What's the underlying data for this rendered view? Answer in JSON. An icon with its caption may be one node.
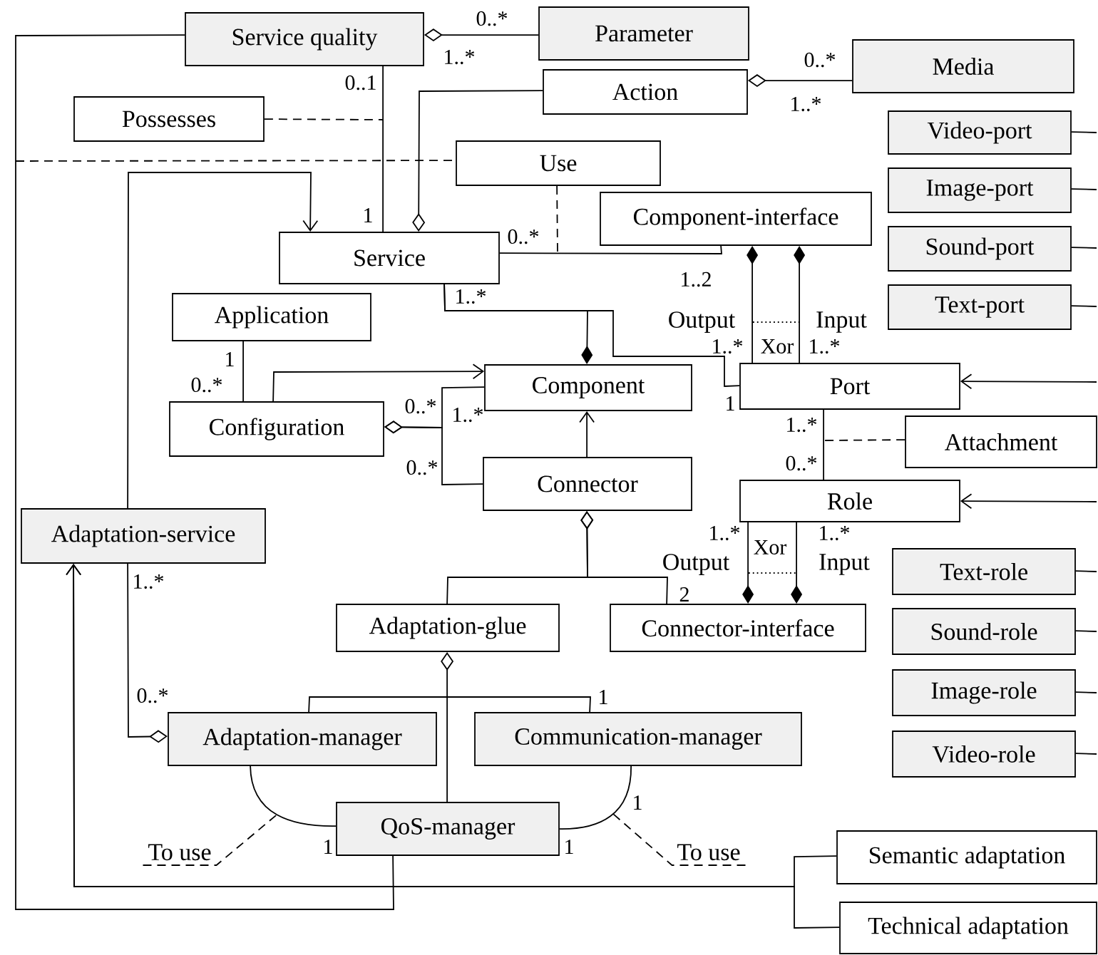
{
  "diagram": {
    "nodes": [
      {
        "text": [
          "Service quality"
        ]
      },
      {
        "text": [
          "Parameter"
        ]
      },
      {
        "text": [
          "Possesses"
        ]
      },
      {
        "text": [
          "Action"
        ]
      },
      {
        "text": [
          "Media"
        ]
      },
      {
        "text": [
          "Use"
        ]
      },
      {
        "text": [
          "Video-port"
        ]
      },
      {
        "text": [
          "Component-interface"
        ]
      },
      {
        "text": [
          "Image-port"
        ]
      },
      {
        "text": [
          "Service"
        ]
      },
      {
        "text": [
          "Sound-port"
        ]
      },
      {
        "text": [
          "Application"
        ]
      },
      {
        "text": [
          "Text-port"
        ]
      },
      {
        "text": [
          "Component"
        ]
      },
      {
        "text": [
          "Port"
        ]
      },
      {
        "text": [
          "Configuration"
        ]
      },
      {
        "text": [
          "Attachment"
        ]
      },
      {
        "text": [
          "Connector"
        ]
      },
      {
        "text": [
          "Role"
        ]
      },
      {
        "text": [
          "Adaptation-service"
        ]
      },
      {
        "text": [
          "Text-role"
        ]
      },
      {
        "text": [
          "Adaptation-glue"
        ]
      },
      {
        "text": [
          "Connector-interface"
        ]
      },
      {
        "text": [
          "Sound-role"
        ]
      },
      {
        "text": [
          "Image-role"
        ]
      },
      {
        "text": [
          "Adaptation-manager"
        ]
      },
      {
        "text": [
          "Communication-manager"
        ]
      },
      {
        "text": [
          "Video-role"
        ]
      },
      {
        "text": [
          "QoS-manager"
        ]
      },
      {
        "text": [
          "Semantic adaptation"
        ]
      },
      {
        "text": [
          "Technical adaptation"
        ]
      },
      {
        "text": [
          "To use"
        ]
      },
      {
        "text": [
          "To use"
        ]
      }
    ],
    "edges": [
      {
        "from": 0,
        "to": 1,
        "arrow": "other"
      },
      {
        "from": 0,
        "to": 9,
        "arrow": "none"
      },
      {
        "from": 2,
        "to": null,
        "arrow": "none",
        "style": "dashed"
      },
      {
        "from": 3,
        "to": 9,
        "arrow": "other"
      },
      {
        "from": 3,
        "to": 4,
        "arrow": "other"
      },
      {
        "from": null,
        "to": 5,
        "arrow": "none",
        "style": "dashed"
      },
      {
        "from": 5,
        "to": null,
        "arrow": "none",
        "style": "dashed"
      },
      {
        "from": 9,
        "to": 7,
        "arrow": "none"
      },
      {
        "from": 9,
        "to": 14,
        "arrow": "none"
      },
      {
        "from": 9,
        "to": 13,
        "arrow": "other"
      },
      {
        "from": 7,
        "to": 14,
        "arrow": "other",
        "label": "Output"
      },
      {
        "from": 7,
        "to": 14,
        "arrow": "other",
        "label": "Input"
      },
      {
        "from": 11,
        "to": 15,
        "arrow": "none"
      },
      {
        "from": 15,
        "to": 13,
        "arrow": "to"
      },
      {
        "from": 15,
        "to": 13,
        "arrow": "other"
      },
      {
        "from": 15,
        "to": 17,
        "arrow": "other"
      },
      {
        "from": 17,
        "to": 13,
        "arrow": "to"
      },
      {
        "from": 17,
        "to": 21,
        "arrow": "other"
      },
      {
        "from": 17,
        "to": 22,
        "arrow": "other"
      },
      {
        "from": 14,
        "to": 18,
        "arrow": "none"
      },
      {
        "from": 16,
        "to": null,
        "arrow": "none",
        "style": "dashed"
      },
      {
        "from": 18,
        "to": 22,
        "arrow": "other",
        "label": "Output"
      },
      {
        "from": 18,
        "to": 22,
        "arrow": "other",
        "label": "Input"
      },
      {
        "from": null,
        "to": 14,
        "arrow": "to"
      },
      {
        "from": null,
        "to": 18,
        "arrow": "to"
      },
      {
        "from": 6,
        "to": null,
        "arrow": "none"
      },
      {
        "from": 8,
        "to": null,
        "arrow": "none"
      },
      {
        "from": 10,
        "to": null,
        "arrow": "none"
      },
      {
        "from": 12,
        "to": null,
        "arrow": "none"
      },
      {
        "from": 20,
        "to": null,
        "arrow": "none"
      },
      {
        "from": 23,
        "to": null,
        "arrow": "none"
      },
      {
        "from": 24,
        "to": null,
        "arrow": "none"
      },
      {
        "from": 27,
        "to": null,
        "arrow": "none"
      },
      {
        "from": 19,
        "to": 9,
        "arrow": "to"
      },
      {
        "from": 19,
        "to": 25,
        "arrow": "other"
      },
      {
        "from": 29,
        "to": 19,
        "arrow": "to"
      },
      {
        "from": 30,
        "to": 19,
        "arrow": "to"
      },
      {
        "from": 0,
        "to": 28,
        "arrow": "none"
      },
      {
        "from": 21,
        "to": 28,
        "arrow": "other"
      },
      {
        "from": 25,
        "to": 26,
        "arrow": "none"
      },
      {
        "from": 25,
        "to": 28,
        "arrow": "none"
      },
      {
        "from": 26,
        "to": 28,
        "arrow": "none"
      },
      {
        "from": 31,
        "to": null,
        "arrow": "none",
        "style": "dashed"
      },
      {
        "from": 32,
        "to": null,
        "arrow": "none",
        "style": "dashed"
      }
    ],
    "labels": [
      "0..*",
      "1..*",
      "0..*",
      "1..*",
      "0..1",
      "1",
      "0..*",
      "1..2",
      "1..*",
      "1..*",
      "Xor",
      "1..*",
      "1",
      "0..*",
      "0..*",
      "1..*",
      "1",
      "1..*",
      "0..*",
      "0..*",
      "1..*",
      "1..*",
      "Xor",
      "1..*",
      "2",
      "0..*",
      "1",
      "1",
      "1",
      "1"
    ]
  }
}
